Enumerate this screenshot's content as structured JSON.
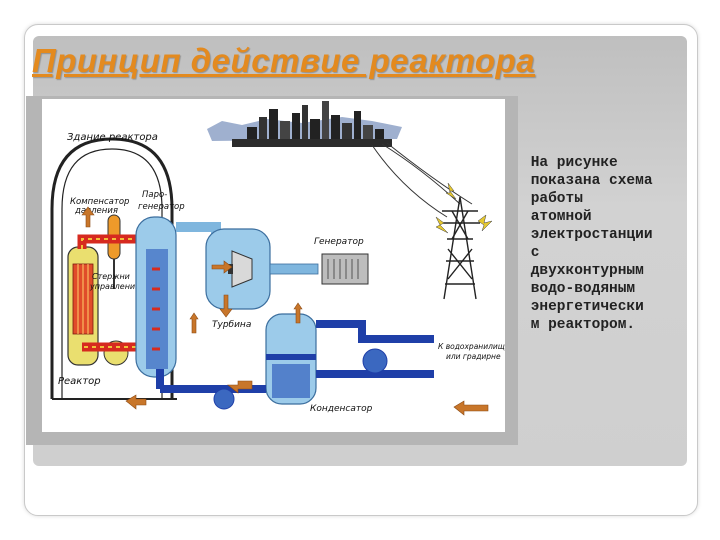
{
  "slide": {
    "title": "Принцип действие реактора",
    "caption_lines": [
      " На рисунке",
      " показана схема",
      " работы",
      " атомной",
      " электростанции",
      " с",
      " двухконтурным",
      " водо-водяным",
      " энергетически",
      " м реактором."
    ]
  },
  "diagram": {
    "labels": {
      "building": "Здание реактора",
      "compensator_1": "Компенсатор",
      "compensator_2": "давления",
      "steamgen_1": "Паро-",
      "steamgen_2": "генератор",
      "generator": "Генератор",
      "control_rods_1": "Стержни",
      "control_rods_2": "управления",
      "turbine": "Турбина",
      "reactor": "Реактор",
      "condenser": "Конденсатор",
      "cooling_1": "К водохранилищу",
      "cooling_2": "или градирне"
    }
  },
  "colors": {
    "title": "#e38a1f",
    "hot_loop": "#d62a1f",
    "steam_pipe": "#7fb6de",
    "cold_water": "#1f3fa8",
    "arrow": "#c8762a",
    "vessel_fill": "#eadf6f"
  }
}
